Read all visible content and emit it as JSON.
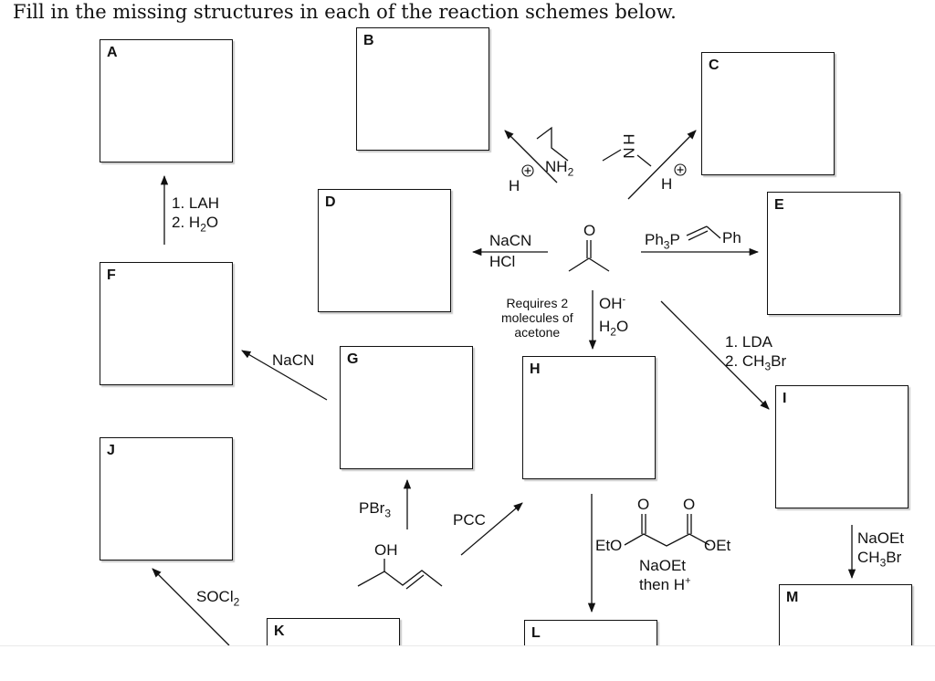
{
  "title": "Fill in the missing structures in each of the reaction schemes below.",
  "boxes": {
    "A": "A",
    "B": "B",
    "C": "C",
    "D": "D",
    "E": "E",
    "F": "F",
    "G": "G",
    "H": "H",
    "I": "I",
    "J": "J",
    "K": "K",
    "L": "L",
    "M": "M"
  },
  "reagents": {
    "lah_1": "1. LAH",
    "lah_2": "2. H",
    "lah_2_sub": "2",
    "lah_2_end": "O",
    "nacn_hcl_1": "NaCN",
    "nacn_hcl_2": "HCl",
    "amine_h": "H",
    "amine_nh": "NH",
    "amine_nh_sub": "2",
    "sec_amine_h": "H",
    "sec_amine_n": "N",
    "sec_amine_h2": "H",
    "wittig_ph3p": "Ph",
    "wittig_ph3p_sub": "3",
    "wittig_p": "P",
    "wittig_ph": "Ph",
    "aldol_note_1": "Requires 2",
    "aldol_note_2": "molecules of",
    "aldol_note_3": "acetone",
    "aldol_oh": "OH",
    "aldol_oh_sup": "-",
    "aldol_h2o": "H",
    "aldol_h2o_sub": "2",
    "aldol_h2o_end": "O",
    "lda_1": "1. LDA",
    "lda_2": "2. CH",
    "lda_2_sub": "3",
    "lda_2_end": "Br",
    "nacn_g": "NaCN",
    "pbr3": "PBr",
    "pbr3_sub": "3",
    "pcc": "PCC",
    "oh_label": "OH",
    "soc12": "SOCl",
    "soc12_sub": "2",
    "ester_eto_left": "EtO",
    "ester_oet_right": "OEt",
    "naoet_then_1": "NaOEt",
    "naoet_then_2": "then H",
    "naoet_then_sup": "+",
    "naoet_m_1": "NaOEt",
    "naoet_m_2": "CH",
    "naoet_m_sub": "3",
    "naoet_m_end": "Br",
    "ketone_o": "O",
    "ester_o": "O"
  }
}
